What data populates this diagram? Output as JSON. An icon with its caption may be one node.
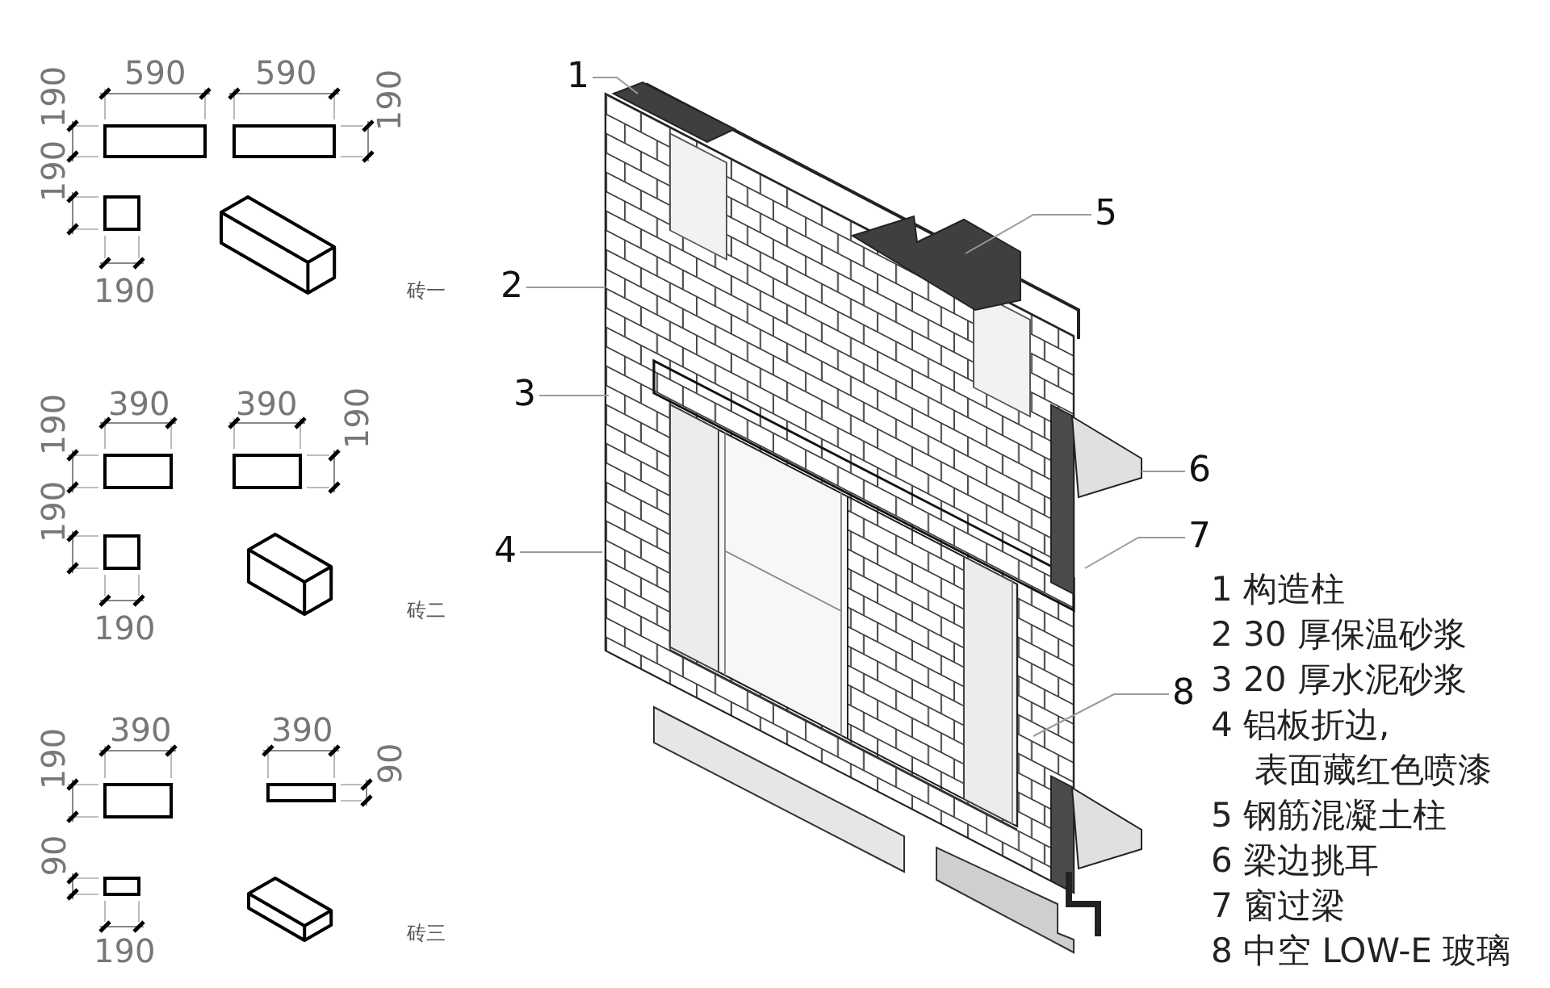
{
  "diagram": {
    "nodes": [
      {
        "text": [
          "1"
        ]
      },
      {
        "text": [
          "2"
        ]
      },
      {
        "text": [
          "3"
        ]
      },
      {
        "text": [
          "4"
        ]
      },
      {
        "text": [
          "5"
        ]
      },
      {
        "text": [
          "6"
        ]
      },
      {
        "text": [
          "7"
        ]
      },
      {
        "text": [
          "8"
        ]
      }
    ],
    "edges": [
      {
        "from": 0,
        "to": null,
        "arrow": "none"
      },
      {
        "from": 1,
        "to": null,
        "arrow": "none"
      },
      {
        "from": 2,
        "to": null,
        "arrow": "none"
      },
      {
        "from": 3,
        "to": null,
        "arrow": "none"
      },
      {
        "from": 4,
        "to": null,
        "arrow": "none"
      },
      {
        "from": 5,
        "to": null,
        "arrow": "none"
      },
      {
        "from": 6,
        "to": null,
        "arrow": "none"
      },
      {
        "from": 7,
        "to": null,
        "arrow": "none"
      }
    ],
    "labels": [
      "590",
      "590",
      "190",
      "190",
      "190",
      "190",
      "砖一",
      "390",
      "390",
      "190",
      "190",
      "190",
      "190",
      "砖二",
      "390",
      "390",
      "190",
      "90",
      "90",
      "190",
      "砖三",
      "1 构造柱",
      "2 30 厚保温砂浆",
      "3 20 厚水泥砂浆",
      "4 铝板折边, 表面藏红色喷漆",
      "5 钢筋混凝土柱",
      "6 梁边挑耳",
      "7 窗过梁",
      "8 中空 LOW-E 玻璃"
    ]
  }
}
